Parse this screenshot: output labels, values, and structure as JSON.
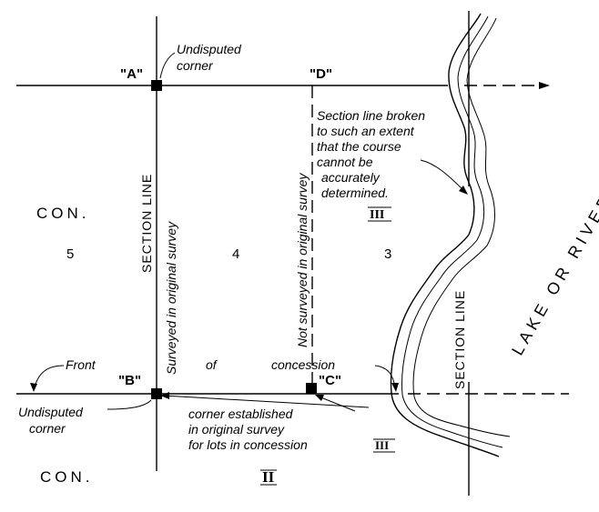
{
  "corners": {
    "a_label": "\"A\"",
    "b_label": "\"B\"",
    "c_label": "\"C\"",
    "d_label": "\"D\""
  },
  "annotations": {
    "undisputed_top_1": "Undisputed",
    "undisputed_top_2": "corner",
    "undisputed_bottom_1": "Undisputed",
    "undisputed_bottom_2": "corner",
    "broken_1": "Section line broken",
    "broken_2": "to such an extent",
    "broken_3": "that the course",
    "broken_4": "cannot  be",
    "broken_5": "accurately",
    "broken_6": "determined.",
    "established_1": "corner established",
    "established_2": "in original survey",
    "established_3": "for lots in concession",
    "front": "Front",
    "of": "of",
    "concession": "concession"
  },
  "lines": {
    "section_line_left": "SECTION  LINE",
    "section_line_right": "SECTION  LINE",
    "surveyed": "Surveyed in original survey",
    "not_surveyed": "Not surveyed in original survey"
  },
  "concessions": {
    "con_upper": "CON.",
    "con_lower": "CON.",
    "roman_upper": "III",
    "roman_lower": "II",
    "roman_note": "III"
  },
  "lots": {
    "lot_5": "5",
    "lot_4": "4",
    "lot_3": "3"
  },
  "water": {
    "label": "LAKE  OR  RIVER"
  }
}
